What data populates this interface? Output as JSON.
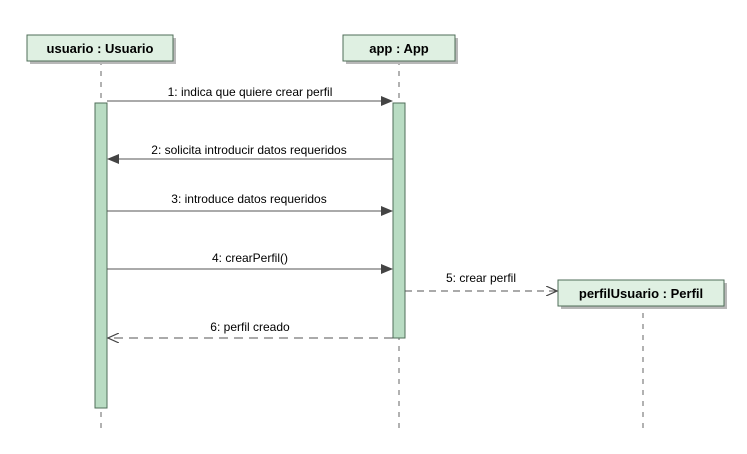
{
  "colors": {
    "head_fill": "#dff0e2",
    "head_stroke": "#4f6e58",
    "head_shadow": "#b8b8b8",
    "activation_fill": "#b9dcc3",
    "activation_stroke": "#4f6e58",
    "line": "#555555"
  },
  "lifelines": [
    {
      "id": "usuario",
      "label": "usuario : Usuario"
    },
    {
      "id": "app",
      "label": "app : App"
    },
    {
      "id": "perfil",
      "label": "perfilUsuario : Perfil"
    }
  ],
  "messages": [
    {
      "label": "1: indica que quiere crear perfil",
      "from": "usuario",
      "to": "app",
      "kind": "sync"
    },
    {
      "label": "2: solicita introducir datos requeridos",
      "from": "app",
      "to": "usuario",
      "kind": "sync"
    },
    {
      "label": "3: introduce datos requeridos",
      "from": "usuario",
      "to": "app",
      "kind": "sync"
    },
    {
      "label": "4: crearPerfil()",
      "from": "usuario",
      "to": "app",
      "kind": "sync"
    },
    {
      "label": "5: crear perfil",
      "from": "app",
      "to": "perfil",
      "kind": "create"
    },
    {
      "label": "6: perfil creado",
      "from": "app",
      "to": "usuario",
      "kind": "reply"
    }
  ]
}
